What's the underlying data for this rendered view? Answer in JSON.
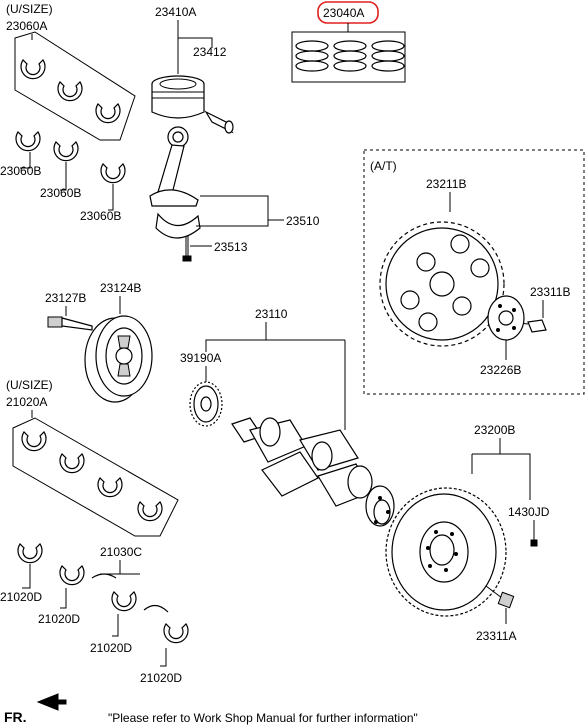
{
  "labels": {
    "usize_top": "(U/SIZE)",
    "p23060A": "23060A",
    "p23410A": "23410A",
    "p23412": "23412",
    "p23040A": "23040A",
    "p23060B_1": "23060B",
    "p23060B_2": "23060B",
    "p23060B_3": "23060B",
    "p23510": "23510",
    "p23513": "23513",
    "at": "(A/T)",
    "p23211B": "23211B",
    "p23311B": "23311B",
    "p23226B": "23226B",
    "p23127B": "23127B",
    "p23124B": "23124B",
    "p23110": "23110",
    "p39190A": "39190A",
    "usize_bottom": "(U/SIZE)",
    "p21020A": "21020A",
    "p23200B": "23200B",
    "p1430JD": "1430JD",
    "p21030C": "21030C",
    "p21020D_1": "21020D",
    "p21020D_2": "21020D",
    "p21020D_3": "21020D",
    "p21020D_4": "21020D",
    "p23311A": "23311A",
    "fr": "FR.",
    "note": "\"Please refer to Work Shop Manual for further information\""
  },
  "highlight_color": "#e02020"
}
